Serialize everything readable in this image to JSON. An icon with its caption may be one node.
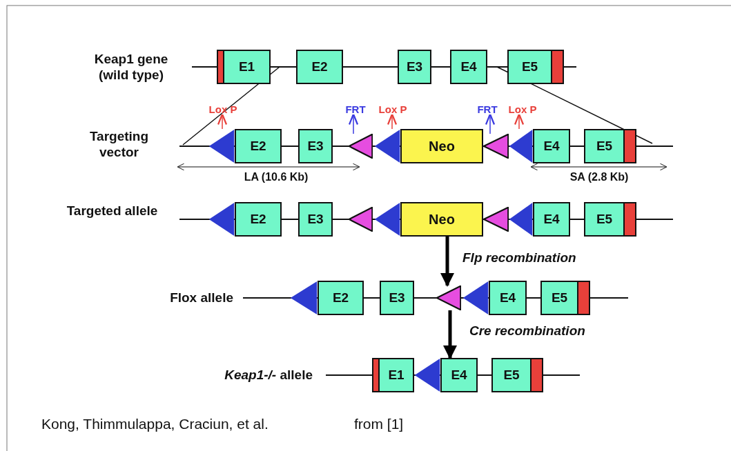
{
  "diagram": {
    "nodes": [
      {
        "text": [
          "E1"
        ]
      },
      {
        "text": [
          "E2"
        ]
      },
      {
        "text": [
          "E3"
        ]
      },
      {
        "text": [
          "E4"
        ]
      },
      {
        "text": [
          "E5"
        ]
      },
      {
        "text": [
          "Lox P"
        ]
      },
      {
        "text": [
          "FRT"
        ]
      },
      {
        "text": [
          "Lox P"
        ]
      },
      {
        "text": [
          "FRT"
        ]
      },
      {
        "text": [
          "Lox P"
        ]
      },
      {
        "text": [],
        "shape": "triangle"
      },
      {
        "text": [
          "E2"
        ]
      },
      {
        "text": [
          "E3"
        ]
      },
      {
        "text": [],
        "shape": "triangle"
      },
      {
        "text": [],
        "shape": "triangle"
      },
      {
        "text": [
          "Neo"
        ]
      },
      {
        "text": [],
        "shape": "triangle"
      },
      {
        "text": [],
        "shape": "triangle"
      },
      {
        "text": [
          "E4"
        ]
      },
      {
        "text": [
          "E5"
        ]
      },
      {
        "text": [],
        "shape": "triangle"
      },
      {
        "text": [
          "E2"
        ]
      },
      {
        "text": [
          "E3"
        ]
      },
      {
        "text": [],
        "shape": "triangle"
      },
      {
        "text": [],
        "shape": "triangle"
      },
      {
        "text": [
          "Neo"
        ]
      },
      {
        "text": [],
        "shape": "triangle"
      },
      {
        "text": [],
        "shape": "triangle"
      },
      {
        "text": [
          "E4"
        ]
      },
      {
        "text": [
          "E5"
        ]
      },
      {
        "text": [],
        "shape": "triangle"
      },
      {
        "text": [
          "E2"
        ]
      },
      {
        "text": [
          "E3"
        ]
      },
      {
        "text": [],
        "shape": "triangle"
      },
      {
        "text": [],
        "shape": "triangle"
      },
      {
        "text": [
          "E4"
        ]
      },
      {
        "text": [
          "E5"
        ]
      },
      {
        "text": [
          "E1"
        ]
      },
      {
        "text": [],
        "shape": "triangle"
      },
      {
        "text": [
          "E4"
        ]
      },
      {
        "text": [
          "E5"
        ]
      }
    ],
    "edges": [
      {
        "from": 10,
        "to": 5,
        "arrow": "to",
        "color": "#e8403a"
      },
      {
        "from": 13,
        "to": 6,
        "arrow": "to",
        "color": "#3a3ae0"
      },
      {
        "from": 14,
        "to": 7,
        "arrow": "to",
        "color": "#e8403a"
      },
      {
        "from": 16,
        "to": 8,
        "arrow": "to",
        "color": "#3a3ae0"
      },
      {
        "from": 17,
        "to": 9,
        "arrow": "to",
        "color": "#e8403a"
      },
      {
        "from": 25,
        "to": 33,
        "arrow": "to",
        "style": "thick",
        "color": "#000000",
        "label": "Flp recombination"
      },
      {
        "from": 33,
        "to": 39,
        "arrow": "to",
        "style": "thick",
        "color": "#000000",
        "label": "Cre recombination"
      }
    ],
    "labels": [
      "Keap1 gene (wild type)",
      "Targeting vector",
      "LA (10.6 Kb)",
      "SA (2.8 Kb)",
      "Targeted allele",
      "Flox allele",
      "*Keap1-/-* allele",
      "Kong, Thimmulappa, Craciun, et al.",
      "from [1]"
    ]
  }
}
